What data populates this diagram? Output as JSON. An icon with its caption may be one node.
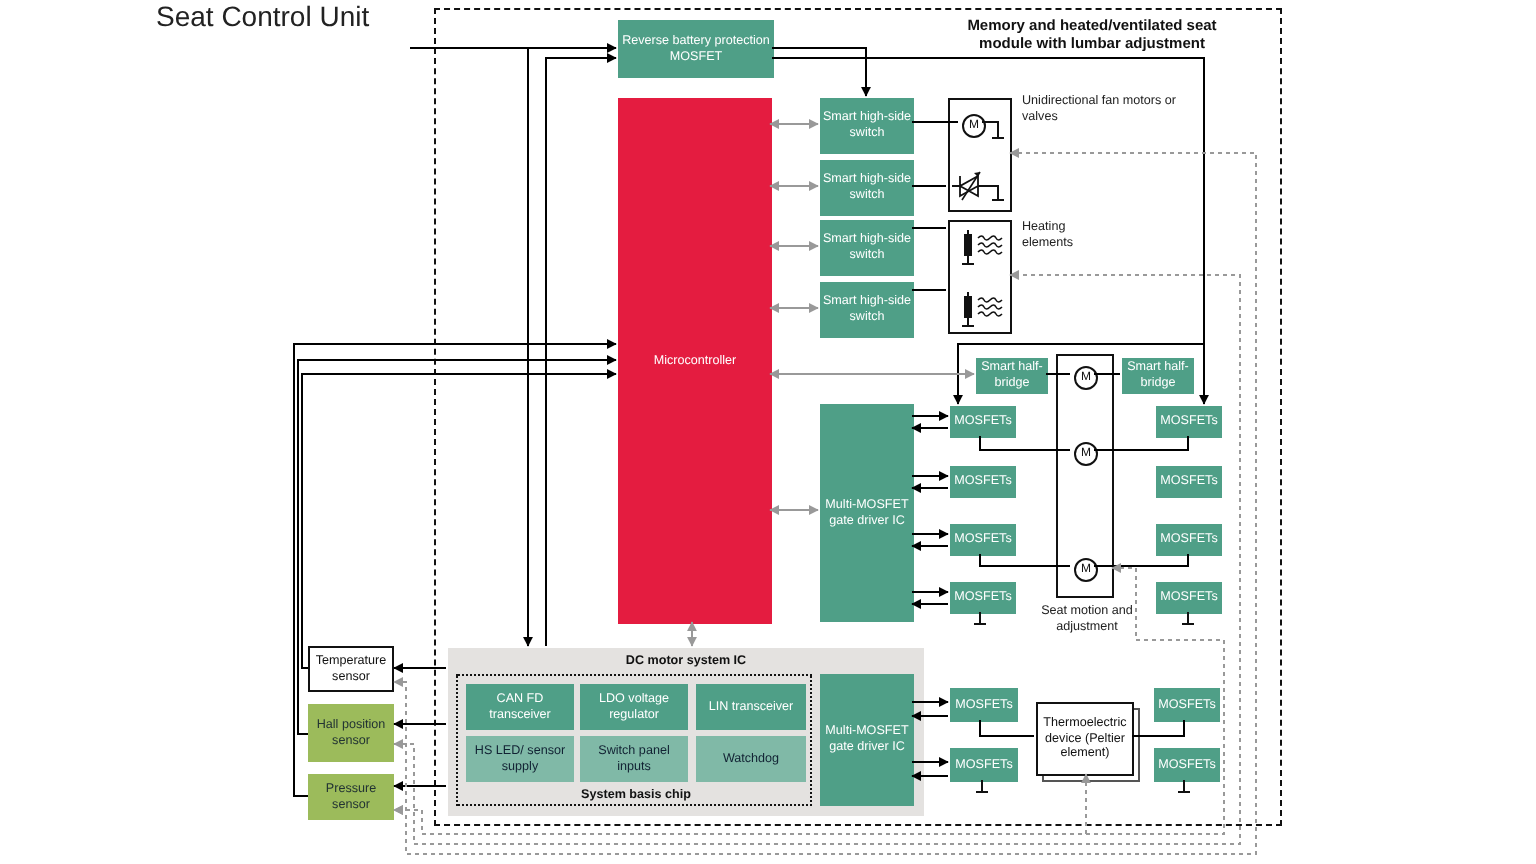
{
  "diagram": {
    "title": "Seat Control Unit",
    "nodes": [
      {
        "text": [
          "Memory and heated/ventilated seat module with lumbar adjustment"
        ]
      },
      {
        "text": [
          "Reverse battery protection MOSFET"
        ],
        "in": 0
      },
      {
        "text": [
          "Microcontroller"
        ],
        "in": 0
      },
      {
        "text": [
          "Smart high-side switch"
        ],
        "in": 0
      },
      {
        "text": [
          "Smart high-side switch"
        ],
        "in": 0
      },
      {
        "text": [
          "Smart high-side switch"
        ],
        "in": 0
      },
      {
        "text": [
          "Smart high-side switch"
        ],
        "in": 0
      },
      {
        "text": [
          "Unidirectional fan motors or valves"
        ],
        "in": 0
      },
      {
        "text": [
          "M"
        ],
        "in": 7
      },
      {
        "text": [
          "Heating elements"
        ],
        "in": 0
      },
      {
        "text": [
          "Smart half-bridge"
        ],
        "in": 0
      },
      {
        "text": [
          "Seat motion and adjustment"
        ],
        "in": 0
      },
      {
        "text": [
          "M"
        ],
        "in": 11
      },
      {
        "text": [
          "M"
        ],
        "in": 11
      },
      {
        "text": [
          "M"
        ],
        "in": 11
      },
      {
        "text": [
          "Smart half-bridge"
        ],
        "in": 0
      },
      {
        "text": [
          "Multi-MOSFET gate driver IC"
        ],
        "in": 0
      },
      {
        "text": [
          "MOSFETs"
        ],
        "in": 0
      },
      {
        "text": [
          "MOSFETs"
        ],
        "in": 0
      },
      {
        "text": [
          "MOSFETs"
        ],
        "in": 0
      },
      {
        "text": [
          "MOSFETs"
        ],
        "in": 0
      },
      {
        "text": [
          "MOSFETs"
        ],
        "in": 0
      },
      {
        "text": [
          "MOSFETs"
        ],
        "in": 0
      },
      {
        "text": [
          "MOSFETs"
        ],
        "in": 0
      },
      {
        "text": [
          "MOSFETs"
        ],
        "in": 0
      },
      {
        "text": [
          "DC motor system IC"
        ],
        "in": 0
      },
      {
        "text": [
          "System basis chip"
        ],
        "in": 25
      },
      {
        "text": [
          "CAN FD transceiver"
        ],
        "in": 26
      },
      {
        "text": [
          "LDO voltage regulator"
        ],
        "in": 26
      },
      {
        "text": [
          "LIN transceiver"
        ],
        "in": 26
      },
      {
        "text": [
          "HS LED/ sensor supply"
        ],
        "in": 26
      },
      {
        "text": [
          "Switch panel inputs"
        ],
        "in": 26
      },
      {
        "text": [
          "Watchdog"
        ],
        "in": 26
      },
      {
        "text": [
          "Multi-MOSFET gate driver IC"
        ],
        "in": 25
      },
      {
        "text": [
          "MOSFETs"
        ],
        "in": 0
      },
      {
        "text": [
          "MOSFETs"
        ],
        "in": 0
      },
      {
        "text": [
          "Thermoelectric device (Peltier element)"
        ],
        "in": 0
      },
      {
        "text": [
          "MOSFETs"
        ],
        "in": 0
      },
      {
        "text": [
          "MOSFETs"
        ],
        "in": 0
      },
      {
        "text": [
          "Temperature sensor"
        ]
      },
      {
        "text": [
          "Hall position sensor"
        ]
      },
      {
        "text": [
          "Pressure sensor"
        ]
      }
    ],
    "edges": [
      {
        "from": null,
        "to": 1,
        "arrow": "to"
      },
      {
        "from": 1,
        "to": 3,
        "arrow": "to"
      },
      {
        "from": 1,
        "to": 17,
        "arrow": "to"
      },
      {
        "from": 1,
        "to": 21,
        "arrow": "to"
      },
      {
        "from": null,
        "to": 25,
        "arrow": "to"
      },
      {
        "from": 2,
        "to": 3,
        "arrow": "both",
        "color": "#999999"
      },
      {
        "from": 2,
        "to": 4,
        "arrow": "both",
        "color": "#999999"
      },
      {
        "from": 2,
        "to": 5,
        "arrow": "both",
        "color": "#999999"
      },
      {
        "from": 2,
        "to": 6,
        "arrow": "both",
        "color": "#999999"
      },
      {
        "from": 2,
        "to": 10,
        "arrow": "both",
        "color": "#999999"
      },
      {
        "from": 2,
        "to": 16,
        "arrow": "both",
        "color": "#999999"
      },
      {
        "from": 2,
        "to": 25,
        "arrow": "both",
        "color": "#999999"
      },
      {
        "from": 3,
        "to": 8,
        "arrow": "none"
      },
      {
        "from": 4,
        "to": 7,
        "arrow": "none"
      },
      {
        "from": 5,
        "to": 9,
        "arrow": "none"
      },
      {
        "from": 6,
        "to": 9,
        "arrow": "none"
      },
      {
        "from": 10,
        "to": 12,
        "arrow": "none"
      },
      {
        "from": 12,
        "to": 15,
        "arrow": "none"
      },
      {
        "from": 16,
        "to": 17,
        "arrow": "to"
      },
      {
        "from": 17,
        "to": 16,
        "arrow": "to"
      },
      {
        "from": 16,
        "to": 18,
        "arrow": "to"
      },
      {
        "from": 18,
        "to": 16,
        "arrow": "to"
      },
      {
        "from": 16,
        "to": 19,
        "arrow": "to"
      },
      {
        "from": 19,
        "to": 16,
        "arrow": "to"
      },
      {
        "from": 16,
        "to": 20,
        "arrow": "to"
      },
      {
        "from": 20,
        "to": 16,
        "arrow": "to"
      },
      {
        "from": 17,
        "to": 13,
        "arrow": "none"
      },
      {
        "from": 13,
        "to": 21,
        "arrow": "none"
      },
      {
        "from": 19,
        "to": 14,
        "arrow": "none"
      },
      {
        "from": 14,
        "to": 23,
        "arrow": "none"
      },
      {
        "from": 33,
        "to": 34,
        "arrow": "to"
      },
      {
        "from": 34,
        "to": 33,
        "arrow": "to"
      },
      {
        "from": 33,
        "to": 35,
        "arrow": "to"
      },
      {
        "from": 35,
        "to": 33,
        "arrow": "to"
      },
      {
        "from": 34,
        "to": 36,
        "arrow": "none"
      },
      {
        "from": 36,
        "to": 37,
        "arrow": "none"
      },
      {
        "from": 25,
        "to": 39,
        "arrow": "to"
      },
      {
        "from": 25,
        "to": 40,
        "arrow": "to"
      },
      {
        "from": 25,
        "to": 41,
        "arrow": "to"
      },
      {
        "from": 39,
        "to": 2,
        "arrow": "to"
      },
      {
        "from": 40,
        "to": 2,
        "arrow": "to"
      },
      {
        "from": 41,
        "to": 2,
        "arrow": "to"
      },
      {
        "from": 7,
        "to": 39,
        "arrow": "both",
        "style": "dashed",
        "color": "#999999"
      },
      {
        "from": 40,
        "to": 9,
        "arrow": "both",
        "style": "dashed",
        "color": "#999999"
      },
      {
        "from": 11,
        "to": 41,
        "arrow": "both",
        "style": "dashed",
        "color": "#999999"
      },
      {
        "from": 36,
        "to": 41,
        "arrow": "both",
        "style": "dashed",
        "color": "#999999"
      },
      {
        "from": 25,
        "to": 1,
        "arrow": "to"
      }
    ]
  }
}
